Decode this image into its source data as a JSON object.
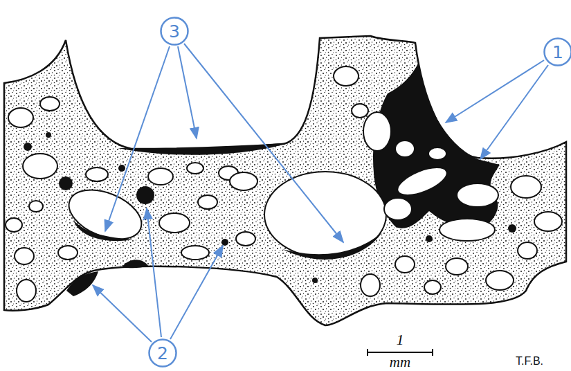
{
  "diagram": {
    "nodes": [
      {
        "text": [
          "3"
        ]
      },
      {
        "text": [
          "1"
        ]
      },
      {
        "text": [
          "2"
        ]
      }
    ],
    "labels": [
      "1",
      "mm",
      "T.F.B."
    ]
  }
}
